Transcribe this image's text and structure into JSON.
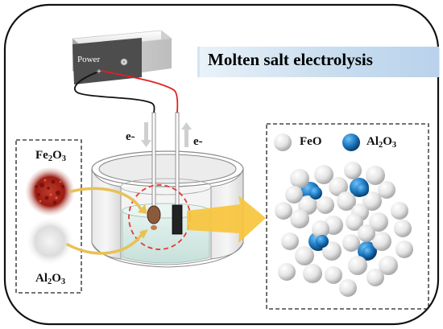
{
  "title": "Molten salt electrolysis",
  "power_label": "Power",
  "terminal_plus": "+",
  "electron_left": "e-",
  "electron_right": "e-",
  "feed": {
    "top_label": {
      "main": "Fe",
      "sub1": "2",
      "mid": "O",
      "sub2": "3"
    },
    "bottom_label": {
      "main": "Al",
      "sub1": "2",
      "mid": "O",
      "sub2": "3"
    }
  },
  "legend": {
    "item1": "FeO",
    "item2": {
      "main": "Al",
      "sub1": "2",
      "mid": "O",
      "sub2": "3"
    }
  },
  "colors": {
    "feo": "#ececec",
    "al2o3": "#1f7cc4",
    "wire_positive": "#e02020",
    "wire_negative": "#111111",
    "arrow": "#f7c43c"
  }
}
